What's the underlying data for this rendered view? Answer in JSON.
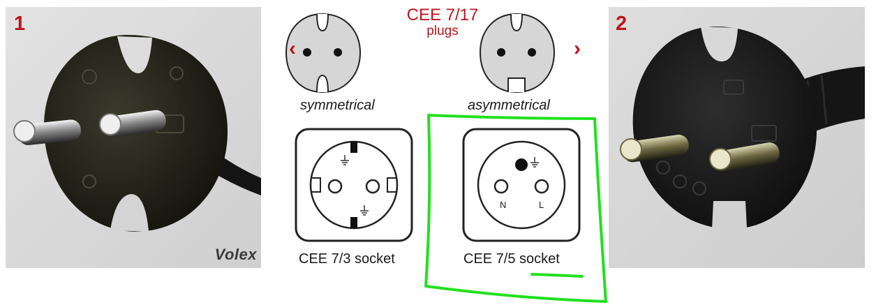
{
  "photo_left": {
    "number": "1",
    "brand": "Volex"
  },
  "photo_right": {
    "number": "2"
  },
  "diagram": {
    "title_line1": "CEE 7/17",
    "title_line2": "plugs",
    "arrow_left": "‹",
    "arrow_right": "›",
    "symmetrical_label": "symmetrical",
    "asymmetrical_label": "asymmetrical",
    "socket_left_label": "CEE 7/3 socket",
    "socket_right_label": "CEE 7/5 socket",
    "pin_n": "N",
    "pin_l": "L"
  },
  "colors": {
    "accent_red": "#c0141b",
    "highlight_green": "#22e01e",
    "photo_bg": "#d9d9d9",
    "plug_icon_fill": "#d6d6d6"
  }
}
